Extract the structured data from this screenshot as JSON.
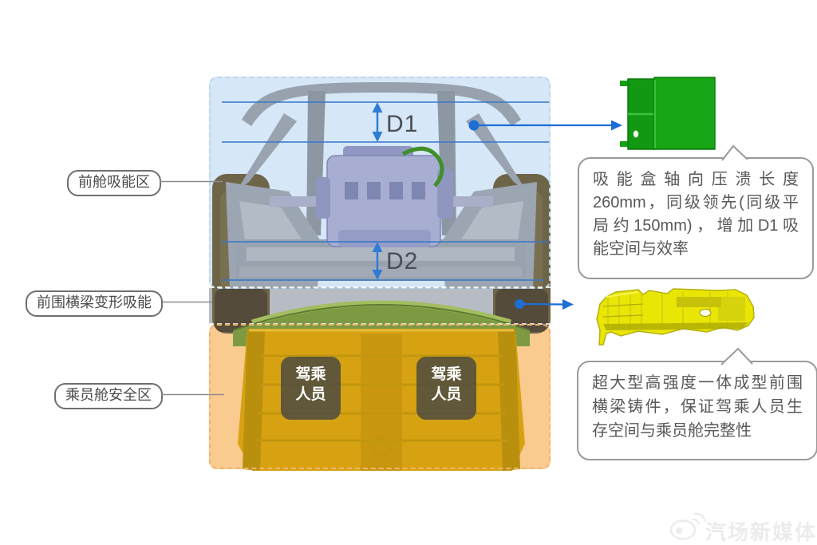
{
  "figure": {
    "zone_labels": [
      {
        "label": "前舱吸能区"
      },
      {
        "label": "前围横梁变形吸能"
      },
      {
        "label": "乘员舱安全区"
      }
    ],
    "dimension_labels": {
      "d1": "D1",
      "d2": "D2"
    },
    "occupant_badge": {
      "line1": "驾乘",
      "line2": "人员"
    },
    "callouts": [
      {
        "id": "crash-box-callout",
        "lines": [
          "吸能盒轴向压溃长度",
          "260mm，同级领先(同级平",
          "局约150mm)，增加D1吸",
          "能空间与效率"
        ]
      },
      {
        "id": "crossbeam-callout",
        "lines": [
          "超大型高强度一体成型前围",
          "横梁铸件，保证驾乘人员生",
          "存空间与乘员舱完整性"
        ]
      }
    ],
    "watermark": {
      "text": "汽场新媒体",
      "icon": "weibo-icon"
    },
    "colors": {
      "zone_front_crumple": "#d6e7f7",
      "zone_bulkhead_band": "#b7bbc4",
      "zone_cabin_safety": "#f9cb8f",
      "annotation_blue": "#3377cc",
      "crash_box_green": "#14a014",
      "crossbeam_yellow": "#e9e606"
    }
  }
}
